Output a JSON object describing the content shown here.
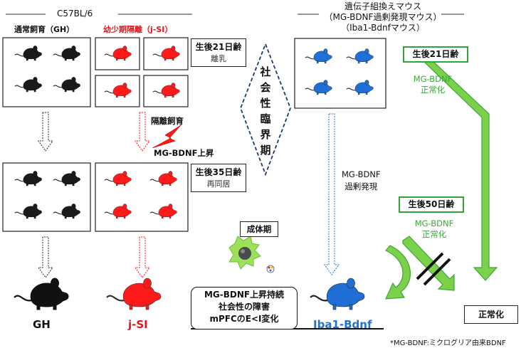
{
  "left_group": {
    "title": "C57BL/6",
    "gh_header": "通常飼育（GH）",
    "jsi_header": "幼少期隔離（j-SI）"
  },
  "right_group": {
    "title_line1": "遺伝子組換えマウス",
    "title_line2": "（MG-BDNF過剰発現マウス）",
    "title_line3": "（Iba1-Bdnfマウス）"
  },
  "age_box_1": {
    "title": "生後21日齢",
    "sub": "離乳"
  },
  "age_box_2": {
    "title": "生後35日齢",
    "sub": "再同居"
  },
  "critical_period": [
    "社",
    "会",
    "性",
    "臨",
    "界",
    "期"
  ],
  "isolation_label": "隔離飼育",
  "mgbdnf_up_label": "MG-BDNF上昇",
  "adult_label": "成体期",
  "overexpression_label": [
    "MG-BDNF",
    "過剰発現"
  ],
  "green_box_1": "生後21日齢",
  "green_box_2": "生後50日齢",
  "normalize_1": [
    "MG-BDNF",
    "正常化"
  ],
  "normalize_2": [
    "MG-BDNF",
    "正常化"
  ],
  "outcome_box": [
    "MG-BDNF上昇持続",
    "社会性の障害",
    "mPFCのE<I変化"
  ],
  "normalized_box": "正常化",
  "mouse_labels": {
    "gh": "GH",
    "jsi": "j-SI",
    "iba1": "Iba1-Bdnf"
  },
  "footnote": "*MG-BDNF:ミクログリア由来BDNF",
  "colors": {
    "black_mouse": "#1a1a1a",
    "red_mouse": "#ff1a1a",
    "blue_mouse": "#1f6fd6",
    "green": "#3aa637",
    "arrow_green": "#7bd24a"
  }
}
